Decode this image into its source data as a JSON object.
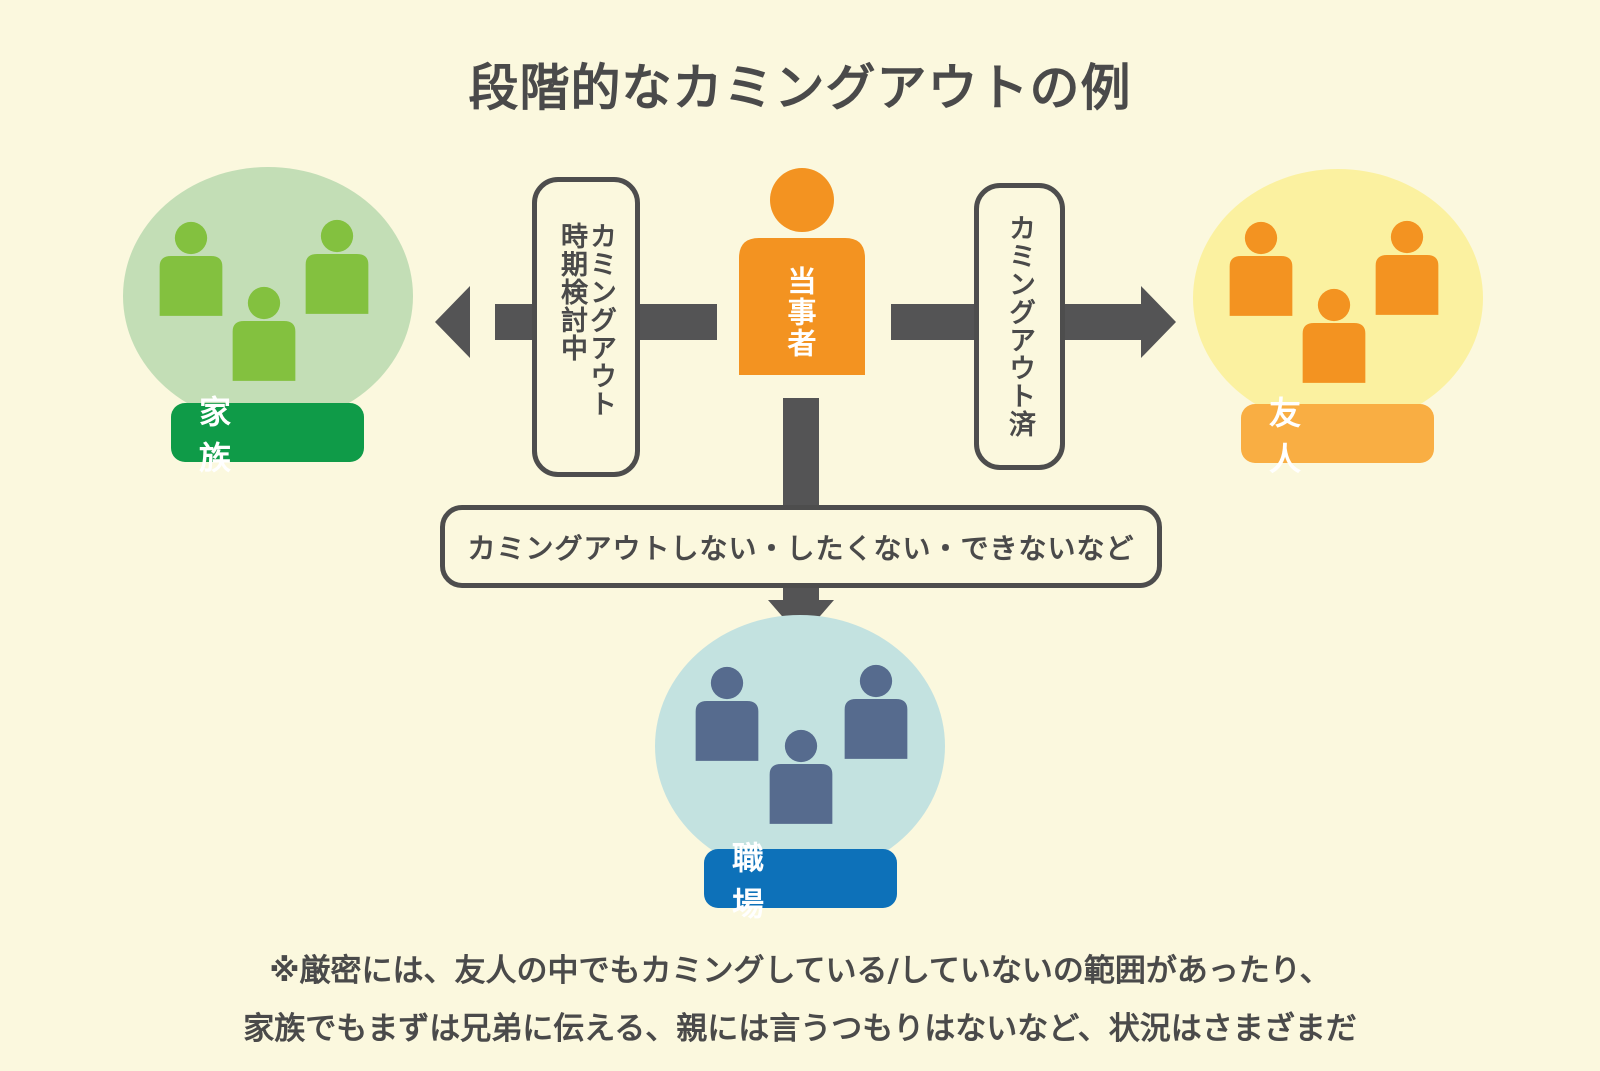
{
  "title": "段階的なカミングアウトの例",
  "center": {
    "label": "当事者",
    "color": "#f39321"
  },
  "left_box": {
    "line1": "カミングアウト",
    "line2": "時期検討中"
  },
  "right_box": {
    "line1": "カミングアウト済"
  },
  "bottom_box": {
    "text": "カミングアウトしない・したくない・できないなど"
  },
  "groups": {
    "family": {
      "label": "家　族",
      "bubble_color": "#c3deb6",
      "people_color": "#83c13f",
      "tag_color": "#0f9b48"
    },
    "friends": {
      "label": "友　人",
      "bubble_color": "#fbf1a0",
      "people_color": "#f39321",
      "tag_color": "#f9ae43"
    },
    "work": {
      "label": "職　場",
      "bubble_color": "#c3e2e0",
      "people_color": "#566b8e",
      "tag_color": "#0d71b9"
    }
  },
  "arrow_color": "#545455",
  "note": {
    "line1": "※厳密には、友人の中でもカミングしている/していないの範囲があったり、",
    "line2": "家族でもまずは兄弟に伝える、親には言うつもりはないなど、状況はさまざまだ"
  }
}
